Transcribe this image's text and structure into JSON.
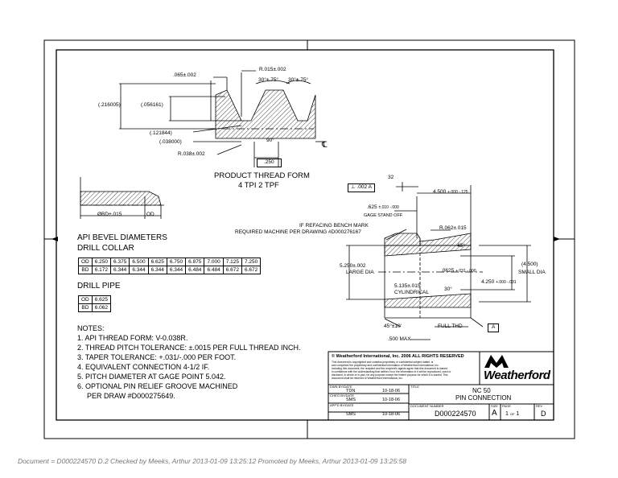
{
  "thread_form": {
    "dims": {
      "d065": ".065±.002",
      "r015": "R.015±.002",
      "a30l": "30°±.75°",
      "a30r": "30°±.75°",
      "d216": "(.216005)",
      "d056": "(.056161)",
      "d121": "(.121844)",
      "d038": "(.038000)",
      "a90": "90°",
      "cl": "℄",
      "r038": "R.038±.002",
      "d250": ".250"
    },
    "title": "PRODUCT THREAD FORM",
    "subtitle": "4  TPI    2  TPF"
  },
  "bevel": {
    "bd_label": "ØBD±.015",
    "od_label": "OD",
    "heading": "API BEVEL DIAMETERS",
    "drill_collar_label": "DRILL COLLAR",
    "drill_collar_rows": [
      {
        "label": "OD",
        "values": [
          "6.250",
          "6.375",
          "6.500",
          "6.625",
          "6.750",
          "6.875",
          "7.000",
          "7.125",
          "7.250"
        ]
      },
      {
        "label": "BD",
        "values": [
          "6.172",
          "6.344",
          "6.344",
          "6.344",
          "6.344",
          "6.484",
          "6.484",
          "6.672",
          "6.672"
        ]
      }
    ],
    "drill_pipe_label": "DRILL PIPE",
    "drill_pipe_rows": [
      {
        "label": "OD",
        "value": "6.625"
      },
      {
        "label": "BD",
        "value": "6.062"
      }
    ]
  },
  "notes": {
    "heading": "NOTES:",
    "items": [
      "1. API THREAD FORM: V-0.038R.",
      "2. THREAD PITCH TOLERANCE: ±.0015 PER FULL THREAD INCH.",
      "3. TAPER TOLERANCE: +.031/-.000 PER FOOT.",
      "4. EQUIVALENT CONNECTION 4-1/2 IF.",
      "5. PITCH DIAMETER AT GAGE POINT 5.042.",
      "6. OPTIONAL PIN RELIEF GROOVE MACHINED",
      "PER DRAW #D000275649."
    ]
  },
  "pin": {
    "angle32": "32",
    "frame_tol": ".002",
    "frame_ref": "A",
    "d4500": "4.500",
    "d4500_tol": "+.000 -.125",
    "d625": ".625",
    "d625_tol": "±.010 -.000",
    "gage_standoff": "GAGE STAND OFF",
    "refacing_line1": "IF REFACING BENCH MARK",
    "refacing_line2": "REQUIRED MACHINE PER DRAWING #D000276167",
    "r062": "R.062±.015",
    "a45": "45°",
    "large_dia_val": "5.250±.002",
    "large_dia_label": "LARGE DIA",
    "d0625": ".0625",
    "d0625_tol": "+.031 -.000",
    "cyl_val": "5.135±.015",
    "cyl_label": "CYLINDRICAL",
    "a30": "30°",
    "d4500p": "(4.500)",
    "small_dia": "SMALL DIA",
    "d4250": "4.250",
    "d4250_tol": "+.000 -.031",
    "a45b": "45°±10'",
    "full_thd": "FULL THD",
    "datum": "A",
    "d500": ".500 MAX"
  },
  "title_block": {
    "copyright": "© Weatherford International, Inc. 2006  ALL RIGHTS RESERVED",
    "legal": [
      "This document is copyrighted and contains proprietary or confidential subject matter, is",
      "and comprises the proprietary and confidential information of Weatherford International, Inc.",
      "including this document, the recipient and the recipient's agents agree that this document is loaned",
      "in confidence with the understanding that neither it nor the information in it will be reproduced, used or",
      "disclosed, in whole or in part, for any purpose except the limited purpose for which it is loaned. This",
      "document shall be returned to Weatherford International, Inc."
    ],
    "company": "Weatherford",
    "dwn_label": "DWN BY/DATE",
    "dwn_by": "TDN",
    "dwn_date": "10-18-06",
    "chkd_label": "CHK'D BY/DATE",
    "chkd_by": "SMS",
    "chkd_date": "10-18-06",
    "appd_label": "APP'D BY/DATE",
    "appd_by": "SMS",
    "appd_date": "10-18-06",
    "title_label": "TITLE",
    "title_line1": "NC 50",
    "title_line2": "PIN CONNECTION",
    "docnum_label": "DOCUMENT NUMBER",
    "docnum": "D000224570",
    "size_label": "SIZE",
    "size": "A",
    "page_label": "PAGE",
    "page": "1",
    "of": "OF",
    "pages": "1",
    "rev_label": "REV",
    "rev": "D"
  },
  "footer": "Document = D000224570 D.2 Checked by Meeks, Arthur 2013-01-09 13:25:12 Promoted by Meeks, Arthur 2013-01-09 13:25:58"
}
